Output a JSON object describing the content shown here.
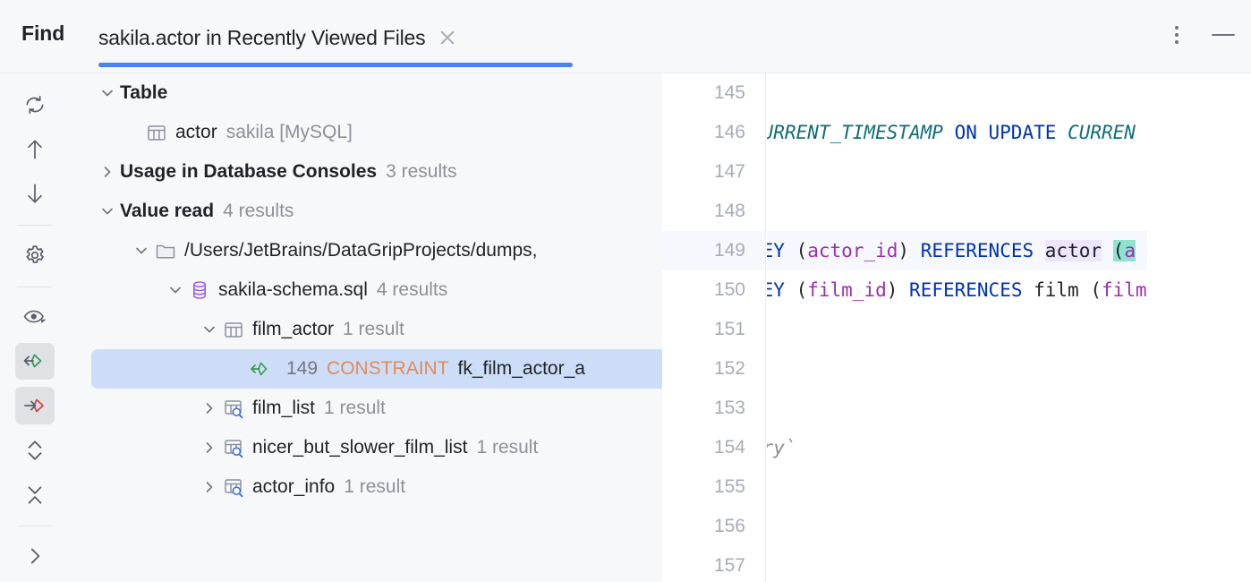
{
  "window": {
    "title": "Find",
    "menu_icon": "more-vertical-icon",
    "minimize_icon": "minimize-icon"
  },
  "tab": {
    "label": "sakila.actor in Recently Viewed Files",
    "close_icon": "close-icon",
    "accent_color": "#4a82ef"
  },
  "toolbar": {
    "items": [
      {
        "name": "rerun-search-button",
        "icon": "refresh-icon",
        "selected": false
      },
      {
        "name": "previous-occurrence-button",
        "icon": "arrow-up-icon",
        "selected": false
      },
      {
        "name": "next-occurrence-button",
        "icon": "arrow-down-icon",
        "selected": false
      },
      {
        "name": "settings-button",
        "icon": "gear-icon",
        "selected": false
      },
      {
        "name": "preview-usages-button",
        "icon": "eye-icon",
        "selected": false
      },
      {
        "name": "filter-value-read-button",
        "icon": "value-read-arrow-icon",
        "selected": true
      },
      {
        "name": "filter-value-write-button",
        "icon": "value-write-arrow-icon",
        "selected": true
      },
      {
        "name": "expand-all-button",
        "icon": "expand-all-icon",
        "selected": false
      },
      {
        "name": "collapse-all-button",
        "icon": "collapse-all-icon",
        "selected": false
      },
      {
        "name": "show-options-button",
        "icon": "chevron-right-icon",
        "selected": false
      }
    ]
  },
  "tree": {
    "groups": [
      {
        "title": "Table",
        "expanded": true,
        "count": "",
        "children": [
          {
            "icon": "table-icon",
            "name": "actor",
            "detail": "sakila [MySQL]",
            "count": ""
          }
        ]
      },
      {
        "title": "Usage in Database Consoles",
        "expanded": false,
        "count": "3 results",
        "children": []
      },
      {
        "title": "Value read",
        "expanded": true,
        "count": "4 results",
        "children": []
      }
    ],
    "path_node": {
      "icon": "folder-icon",
      "label": "/Users/JetBrains/DataGripProjects/dumps,",
      "expanded": true
    },
    "file_node": {
      "icon": "sql-file-icon",
      "label": "sakila-schema.sql",
      "count": "4 results",
      "expanded": true
    },
    "objects": [
      {
        "icon": "table-icon",
        "name": "film_actor",
        "count": "1 result",
        "expanded": true
      },
      {
        "icon": "view-icon",
        "name": "film_list",
        "count": "1 result",
        "expanded": false
      },
      {
        "icon": "view-icon",
        "name": "nicer_but_slower_film_list",
        "count": "1 result",
        "expanded": false
      },
      {
        "icon": "view-icon",
        "name": "actor_info",
        "count": "1 result",
        "expanded": false
      }
    ],
    "selected_result": {
      "icon": "value-read-arrow-icon",
      "line": "149",
      "keyword": "CONSTRAINT",
      "text": "fk_film_actor_a",
      "selection_color": "#cdddf8"
    }
  },
  "editor": {
    "lines": [
      {
        "num": "145",
        "current": false,
        "tokens": []
      },
      {
        "num": "146",
        "current": false,
        "tokens": [
          {
            "t": "CURRENT_TIMESTAMP",
            "c": "func"
          },
          {
            "t": " ",
            "c": "plain"
          },
          {
            "t": "ON UPDATE",
            "c": "kw"
          },
          {
            "t": " ",
            "c": "plain"
          },
          {
            "t": "CURREN",
            "c": "func"
          }
        ]
      },
      {
        "num": "147",
        "current": false,
        "tokens": []
      },
      {
        "num": "148",
        "current": false,
        "tokens": []
      },
      {
        "num": "149",
        "current": true,
        "tokens": [
          {
            "t": "KEY",
            "c": "kw"
          },
          {
            "t": " (",
            "c": "plain"
          },
          {
            "t": "actor_id",
            "c": "col"
          },
          {
            "t": ") ",
            "c": "plain"
          },
          {
            "t": "REFERENCES",
            "c": "kw"
          },
          {
            "t": " ",
            "c": "plain"
          },
          {
            "t": "actor",
            "c": "plain",
            "hl": "usage"
          },
          {
            "t": " ",
            "c": "plain"
          },
          {
            "t": "(",
            "c": "plain",
            "hl": "match"
          },
          {
            "t": "a",
            "c": "col",
            "hl": "match"
          }
        ]
      },
      {
        "num": "150",
        "current": false,
        "tokens": [
          {
            "t": "KEY",
            "c": "kw"
          },
          {
            "t": " (",
            "c": "plain"
          },
          {
            "t": "film_id",
            "c": "col"
          },
          {
            "t": ") ",
            "c": "plain"
          },
          {
            "t": "REFERENCES",
            "c": "kw"
          },
          {
            "t": " film (",
            "c": "plain"
          },
          {
            "t": "film",
            "c": "col"
          }
        ]
      },
      {
        "num": "151",
        "current": false,
        "tokens": []
      },
      {
        "num": "152",
        "current": false,
        "tokens": []
      },
      {
        "num": "153",
        "current": false,
        "tokens": []
      },
      {
        "num": "154",
        "current": false,
        "tokens": [
          {
            "t": "ory`",
            "c": "cmt"
          }
        ]
      },
      {
        "num": "155",
        "current": false,
        "tokens": []
      },
      {
        "num": "156",
        "current": false,
        "tokens": []
      },
      {
        "num": "157",
        "current": false,
        "tokens": []
      }
    ]
  }
}
